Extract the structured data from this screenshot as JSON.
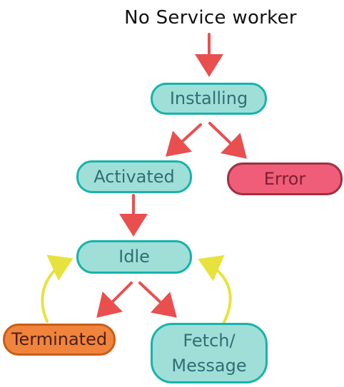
{
  "diagram": {
    "title": "No Service worker",
    "nodes": {
      "installing": "Installing",
      "activated": "Activated",
      "error": "Error",
      "idle": "Idle",
      "terminated": "Terminated",
      "fetch_line1": "Fetch/",
      "fetch_line2": "Message"
    },
    "colors": {
      "teal_fill": "#9fdfd8",
      "teal_border": "#17b3aa",
      "error_fill": "#f05d79",
      "terminated_fill": "#f0843d",
      "arrow_red": "#ea4f4f",
      "arrow_yellow": "#e8e23f"
    }
  }
}
